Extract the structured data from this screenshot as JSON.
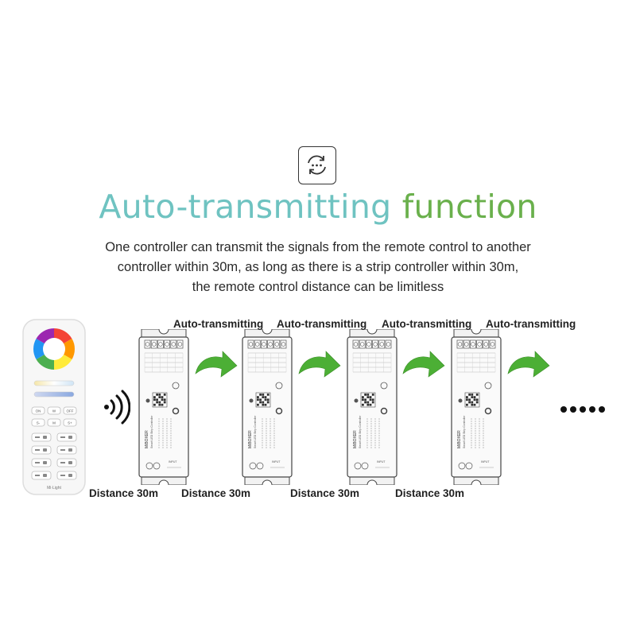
{
  "title": {
    "part1": "Auto-transmitting",
    "part2": "function",
    "color1": "#6fc3c1",
    "color2": "#6ab04c"
  },
  "description": [
    "One controller can transmit the signals from the remote control to another",
    "controller within 30m, as long as there is a strip controller within 30m,",
    "the remote control distance can be limitless"
  ],
  "icon": "refresh-chat-icon",
  "remote": {
    "buttons": [
      "ON",
      "W",
      "OFF",
      "S-",
      "M",
      "S+"
    ],
    "brand": "Mi·Light"
  },
  "controller": {
    "brand": "MiBOXER",
    "name": "Smart LED Strip Controller",
    "input_label": "INPUT"
  },
  "auto_labels": [
    "Auto-transmitting",
    "Auto-transmitting",
    "Auto-transmitting",
    "Auto-transmitting"
  ],
  "distance_labels": [
    "Distance 30m",
    "Distance 30m",
    "Distance 30m",
    "Distance 30m"
  ],
  "arrow_color": "#4caf35"
}
